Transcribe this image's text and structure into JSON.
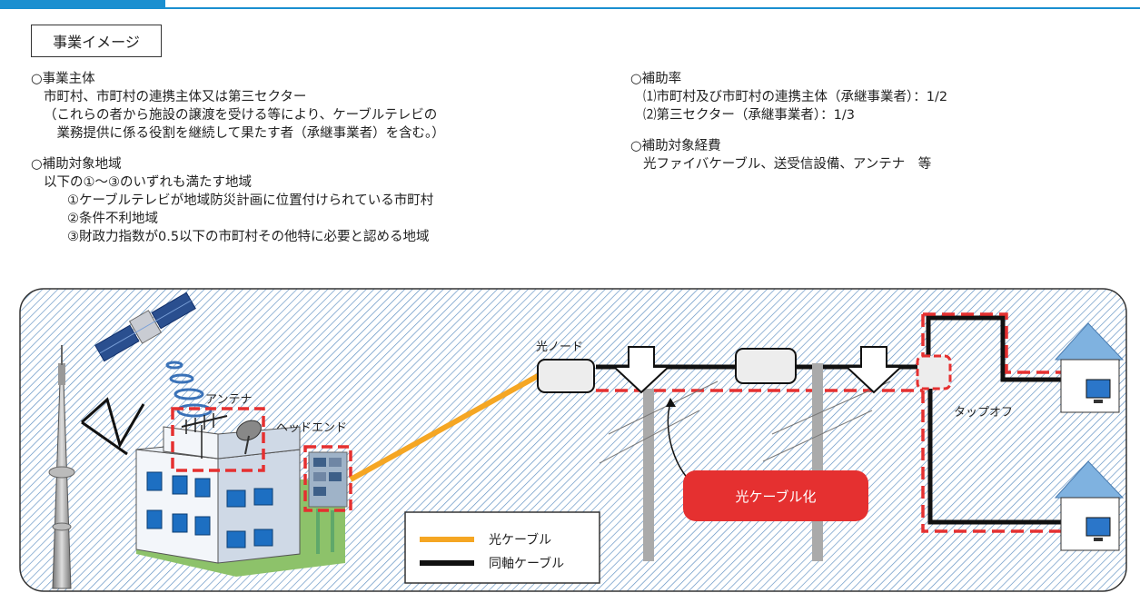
{
  "image_title": "事業イメージ",
  "left": {
    "sections": [
      {
        "heading": "○事業主体",
        "lines": [
          "市町村、市町村の連携主体又は第三セクター",
          "（これらの者から施設の譲渡を受ける等により、ケーブルテレビの",
          "　業務提供に係る役割を継続して果たす者（承継事業者）を含む。）"
        ]
      },
      {
        "heading": "○補助対象地域",
        "lines": [
          "以下の①～③のいずれも満たす地域"
        ],
        "sublines": [
          "①ケーブルテレビが地域防災計画に位置付けられている市町村",
          "②条件不利地域",
          "③財政力指数が0.5以下の市町村その他特に必要と認める地域"
        ]
      }
    ]
  },
  "right": {
    "sections": [
      {
        "heading": "○補助率",
        "lines": [
          "⑴市町村及び市町村の連携主体（承継事業者）：1/2",
          "⑵第三セクター（承継事業者）：1/3"
        ]
      },
      {
        "heading": "○補助対象経費",
        "lines": [
          "光ファイバケーブル、送受信設備、アンテナ　等"
        ]
      }
    ]
  },
  "diagram": {
    "labels": {
      "antenna": "アンテナ",
      "headend": "ヘッドエンド",
      "optical_node": "光ノード",
      "tap_off": "タップオフ",
      "conversion": "光ケーブル化"
    },
    "legend": [
      {
        "label": "光ケーブル",
        "color": "#f5a623"
      },
      {
        "label": "同軸ケーブル",
        "color": "#111111"
      }
    ],
    "colors": {
      "accent_blue": "#1a8fd0",
      "highlight_red": "#e53030",
      "optical_orange": "#f5a623",
      "house_roof": "#7fb2e0"
    }
  }
}
